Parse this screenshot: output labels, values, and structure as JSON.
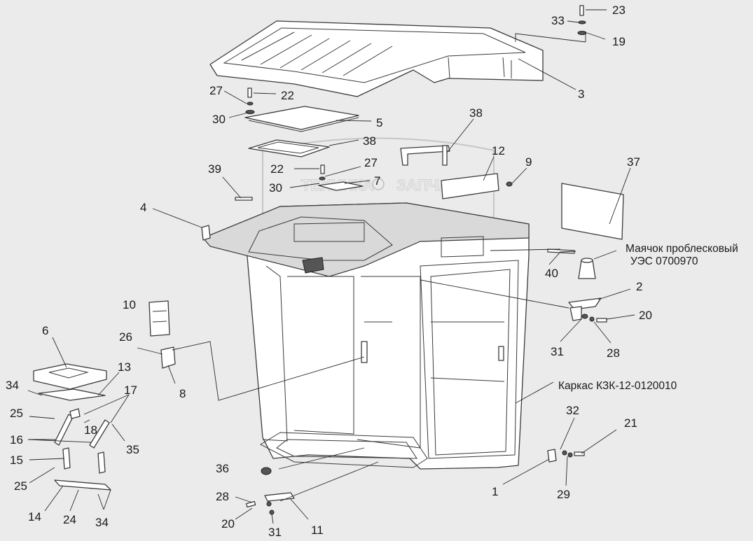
{
  "watermark": {
    "left_word": "ТЕХНИКА",
    "right_word": "ЗАПЧАСТИ"
  },
  "notes": {
    "beacon": [
      "Маячок проблесковый",
      "УЭС 0700970"
    ],
    "frame": "Каркас КЗК-12-0120010"
  },
  "callouts": [
    {
      "id": "c23a",
      "label": "23"
    },
    {
      "id": "c33",
      "label": "33"
    },
    {
      "id": "c19",
      "label": "19"
    },
    {
      "id": "c3",
      "label": "3"
    },
    {
      "id": "c27a",
      "label": "27"
    },
    {
      "id": "c22a",
      "label": "22"
    },
    {
      "id": "c30a",
      "label": "30"
    },
    {
      "id": "c5",
      "label": "5"
    },
    {
      "id": "c38a",
      "label": "38"
    },
    {
      "id": "c38b",
      "label": "38"
    },
    {
      "id": "c12",
      "label": "12"
    },
    {
      "id": "c9",
      "label": "9"
    },
    {
      "id": "c37",
      "label": "37"
    },
    {
      "id": "c39",
      "label": "39"
    },
    {
      "id": "c22b",
      "label": "22"
    },
    {
      "id": "c27b",
      "label": "27"
    },
    {
      "id": "c30b",
      "label": "30"
    },
    {
      "id": "c7",
      "label": "7"
    },
    {
      "id": "c4",
      "label": "4"
    },
    {
      "id": "c40",
      "label": "40"
    },
    {
      "id": "c2",
      "label": "2"
    },
    {
      "id": "c20a",
      "label": "20"
    },
    {
      "id": "c31a",
      "label": "31"
    },
    {
      "id": "c28a",
      "label": "28"
    },
    {
      "id": "c10",
      "label": "10"
    },
    {
      "id": "c26",
      "label": "26"
    },
    {
      "id": "c8",
      "label": "8"
    },
    {
      "id": "c6",
      "label": "6"
    },
    {
      "id": "c13",
      "label": "13"
    },
    {
      "id": "c34a",
      "label": "34"
    },
    {
      "id": "c17",
      "label": "17"
    },
    {
      "id": "c25a",
      "label": "25"
    },
    {
      "id": "c18",
      "label": "18"
    },
    {
      "id": "c35",
      "label": "35"
    },
    {
      "id": "c16",
      "label": "16"
    },
    {
      "id": "c15",
      "label": "15"
    },
    {
      "id": "c25b",
      "label": "25"
    },
    {
      "id": "c14",
      "label": "14"
    },
    {
      "id": "c24",
      "label": "24"
    },
    {
      "id": "c34b",
      "label": "34"
    },
    {
      "id": "c36",
      "label": "36"
    },
    {
      "id": "c32",
      "label": "32"
    },
    {
      "id": "c21",
      "label": "21"
    },
    {
      "id": "c29",
      "label": "29"
    },
    {
      "id": "c1",
      "label": "1"
    },
    {
      "id": "c28b",
      "label": "28"
    },
    {
      "id": "c20b",
      "label": "20"
    },
    {
      "id": "c31b",
      "label": "31"
    },
    {
      "id": "c11",
      "label": "11"
    }
  ]
}
